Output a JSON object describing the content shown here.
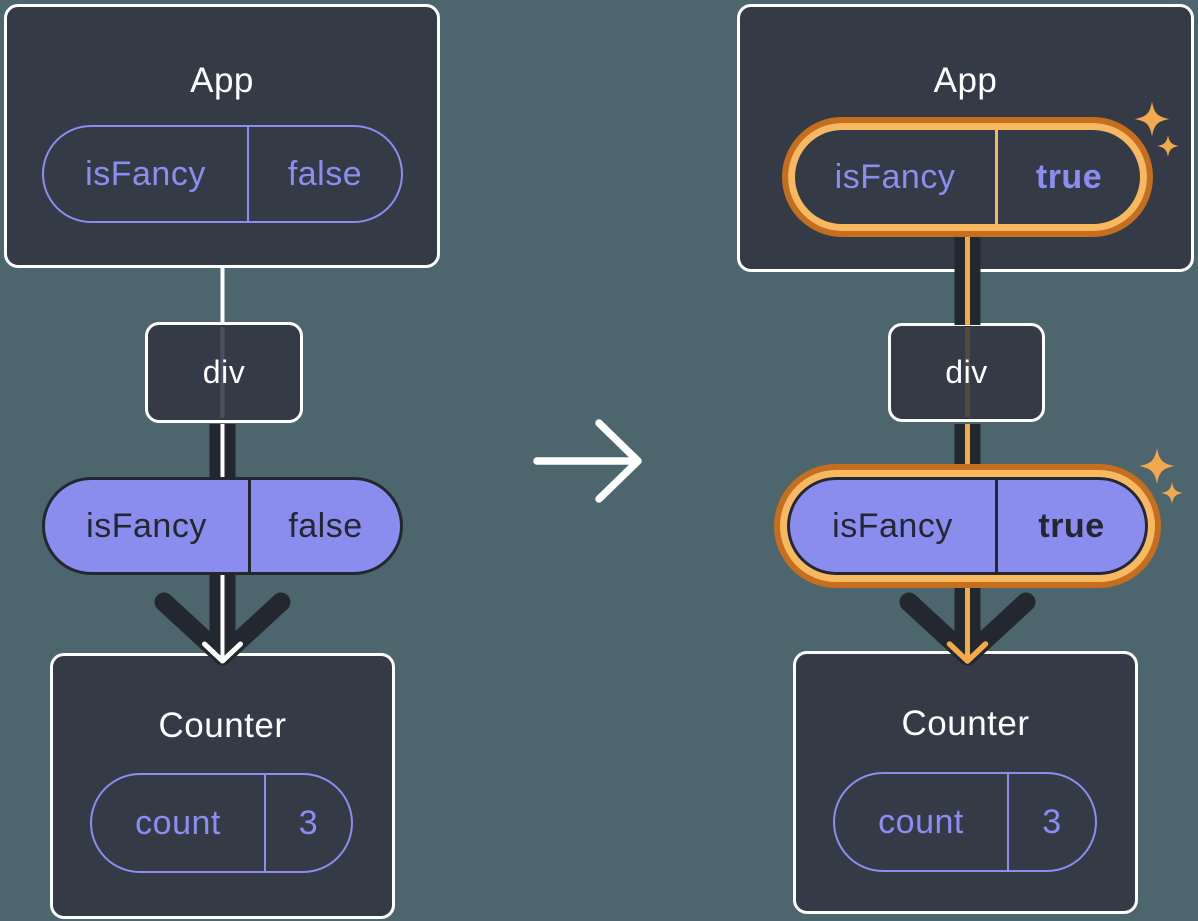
{
  "colors": {
    "background": "#4D666E",
    "box_fill": "#343B47",
    "box_border": "#FFFFFF",
    "ink_dark": "#23272F",
    "purple_fill": "#8B8DEE",
    "purple_text": "#8B8DF0",
    "orange_ring_outer": "#C56E1E",
    "orange_ring_inner": "#F8B860",
    "orange_line": "#F5A94B",
    "sparkle": "#F2A94E",
    "white_line": "#FFFFFF"
  },
  "left": {
    "app": {
      "title": "App",
      "prop": {
        "key": "isFancy",
        "value": "false"
      }
    },
    "div_label": "div",
    "passed": {
      "key": "isFancy",
      "value": "false"
    },
    "counter": {
      "title": "Counter",
      "state": {
        "key": "count",
        "value": "3"
      }
    }
  },
  "right": {
    "app": {
      "title": "App",
      "prop": {
        "key": "isFancy",
        "value": "true"
      }
    },
    "div_label": "div",
    "passed": {
      "key": "isFancy",
      "value": "true"
    },
    "counter": {
      "title": "Counter",
      "state": {
        "key": "count",
        "value": "3"
      }
    }
  },
  "icons": {
    "transition": "right-arrow",
    "highlight": "sparkles",
    "flow": "arrow-down"
  }
}
